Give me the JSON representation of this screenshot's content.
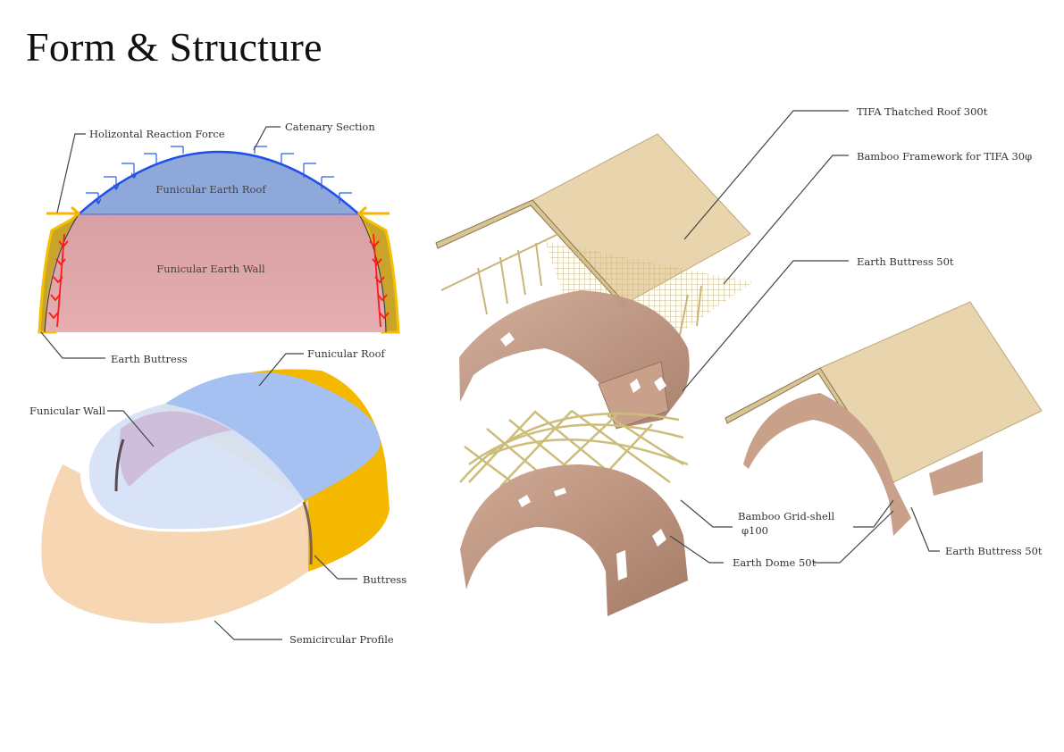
{
  "title": "Form & Structure",
  "section_diagram": {
    "labels": {
      "horizontal_reaction_force": "Holizontal Reaction Force",
      "catenary_section": "Catenary Section",
      "roof": "Funicular Earth Roof",
      "wall": "Funicular Earth Wall",
      "earth_buttress": "Earth Buttress"
    },
    "colors": {
      "roof_fill": "#8fa8da",
      "roof_arrows": "#1f4fe8",
      "wall_fill": "#e0a6a8",
      "wall_arrows": "#ff1a1a",
      "buttress": "#f3c000",
      "reaction_force": "#f7b500"
    }
  },
  "iso_diagram": {
    "labels": {
      "funicular_roof": "Funicular Roof",
      "funicular_wall": "Funicular Wall",
      "buttress": "Buttress",
      "semicircular_profile": "Semicircular Profile"
    },
    "colors": {
      "roof": "#a4c1f2",
      "wall": "#cdb9d7",
      "base": "#f7d4b0",
      "buttress": "#f5b800"
    }
  },
  "exploded_axonometric": {
    "labels": {
      "thatched_roof": "TIFA Thatched Roof  300t",
      "bamboo_framework": "Bamboo Framework for TIFA  30φ",
      "earth_buttress_top": "Earth Buttress 50t",
      "grid_shell_line1": "Bamboo Grid-shell",
      "grid_shell_line2": "φ100",
      "earth_dome": "Earth Dome 50t",
      "earth_buttress_right": "Earth Buttress 50t"
    },
    "colors": {
      "thatch": "#e8d5ae",
      "bamboo": "#d8c98a",
      "earth": "#c9a08a"
    }
  }
}
